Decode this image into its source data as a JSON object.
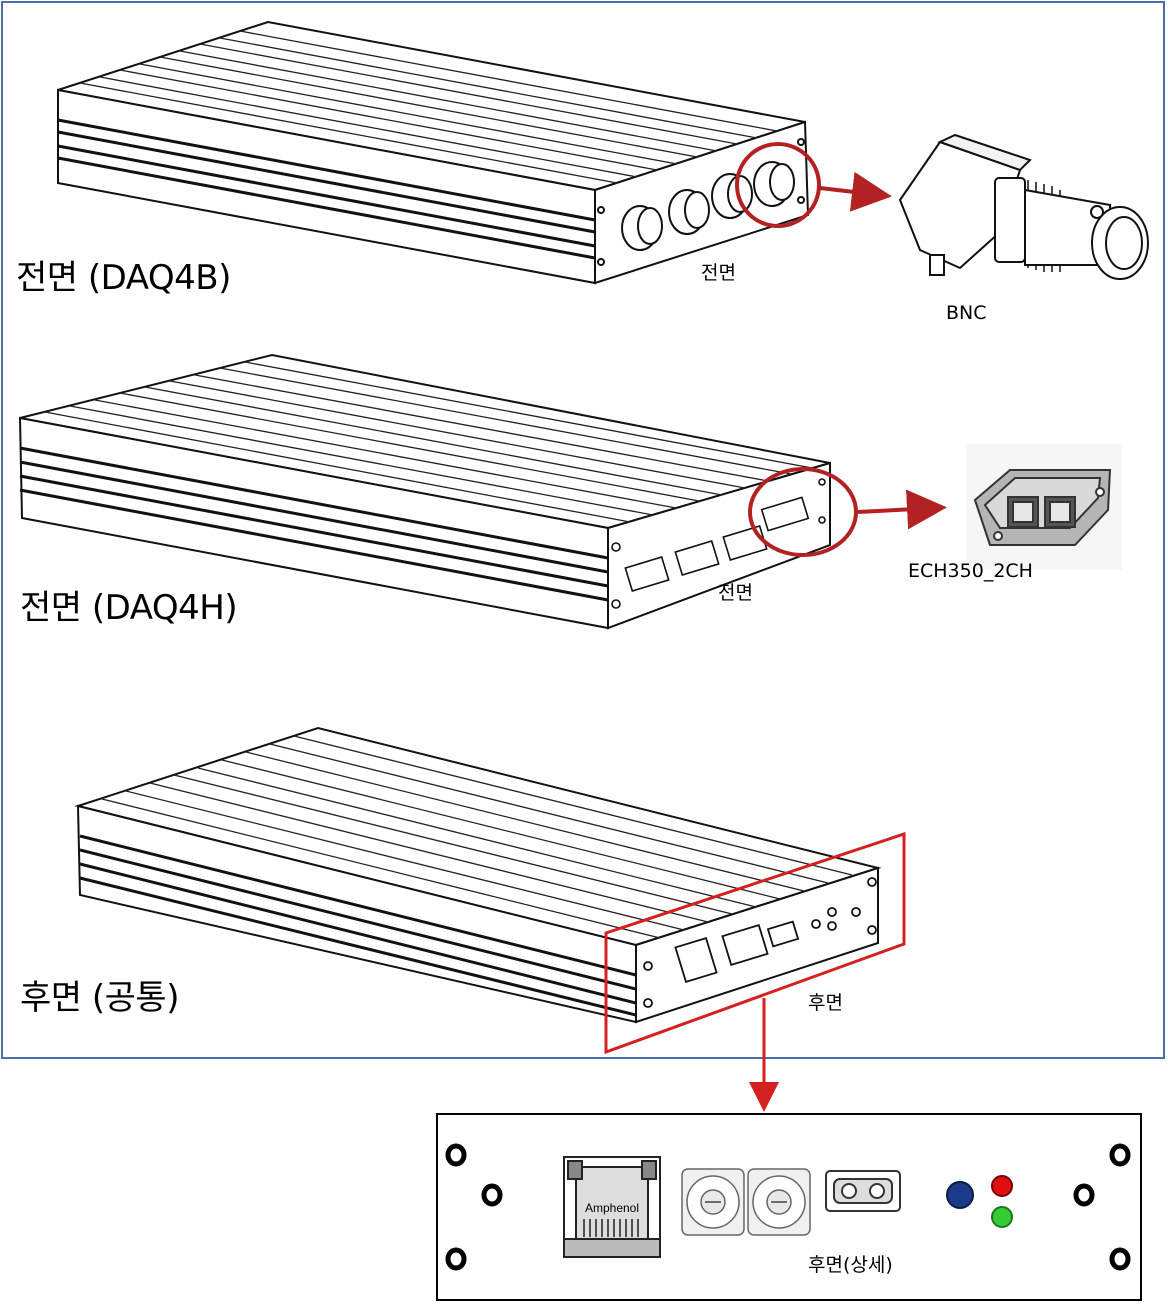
{
  "labels": {
    "front_daq4b": "전면 (DAQ4B)",
    "front_daq4h": "전면 (DAQ4H)",
    "rear_common": "후면 (공통)",
    "front_1": "전면",
    "front_2": "전면",
    "rear": "후면",
    "rear_detail": "후면(상세)",
    "bnc": "BNC",
    "ech350": "ECH350_2CH",
    "amphenol": "Amphenol"
  },
  "colors": {
    "frame_border": "#4a6fa5",
    "highlight": "#b22222",
    "led_blue": "#1b3a8a",
    "led_red": "#e01010",
    "led_green": "#33cc33"
  }
}
